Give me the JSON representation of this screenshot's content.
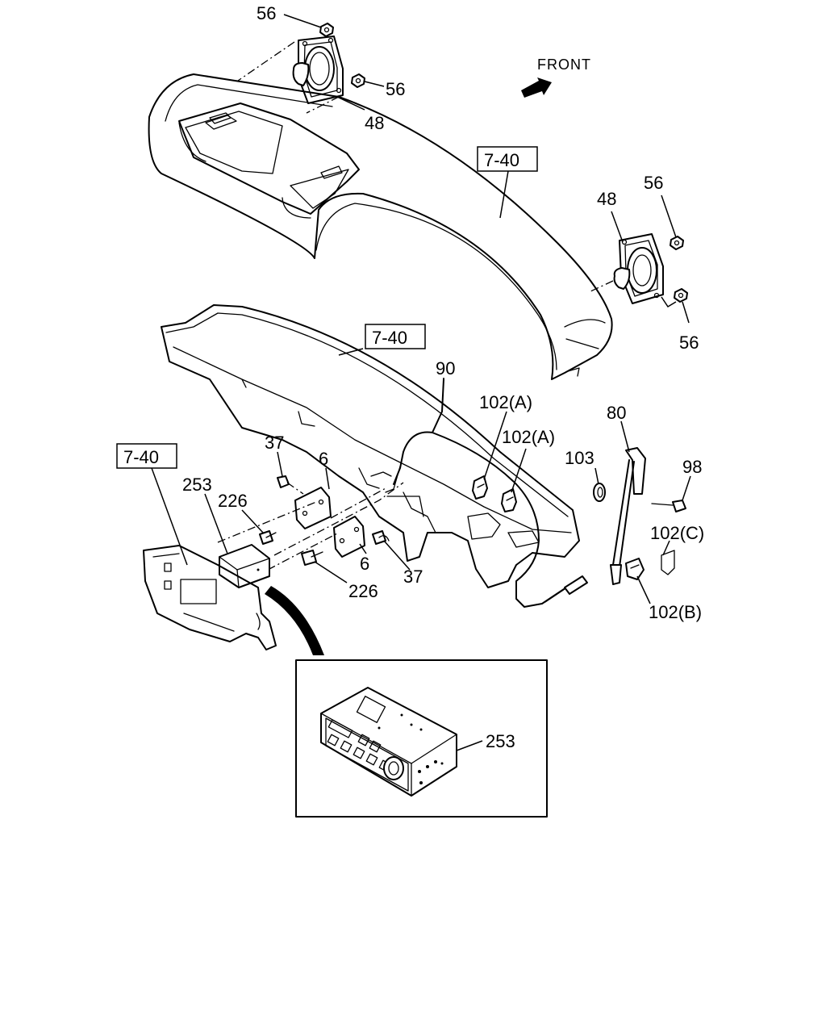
{
  "direction_label": "FRONT",
  "refs": {
    "upper_panel": "7-40",
    "lower_panel": "7-40",
    "side_panel": "7-40"
  },
  "labels": {
    "nut_top": "56",
    "nut_top_right": "56",
    "speaker_left": "48",
    "speaker_right": "48",
    "nut_right_upper": "56",
    "nut_right_lower": "56",
    "antenna_cable": "90",
    "clip_a_1": "102(A)",
    "clip_a_2": "102(A)",
    "rod": "80",
    "grommet": "103",
    "screw_right": "98",
    "clip_c": "102(C)",
    "clip_b": "102(B)",
    "bolt_upper": "37",
    "bolt_lower": "37",
    "bracket_upper": "6",
    "bracket_lower": "6",
    "screw_upper": "226",
    "screw_lower": "226",
    "radio_unit": "253",
    "radio_detail": "253"
  }
}
